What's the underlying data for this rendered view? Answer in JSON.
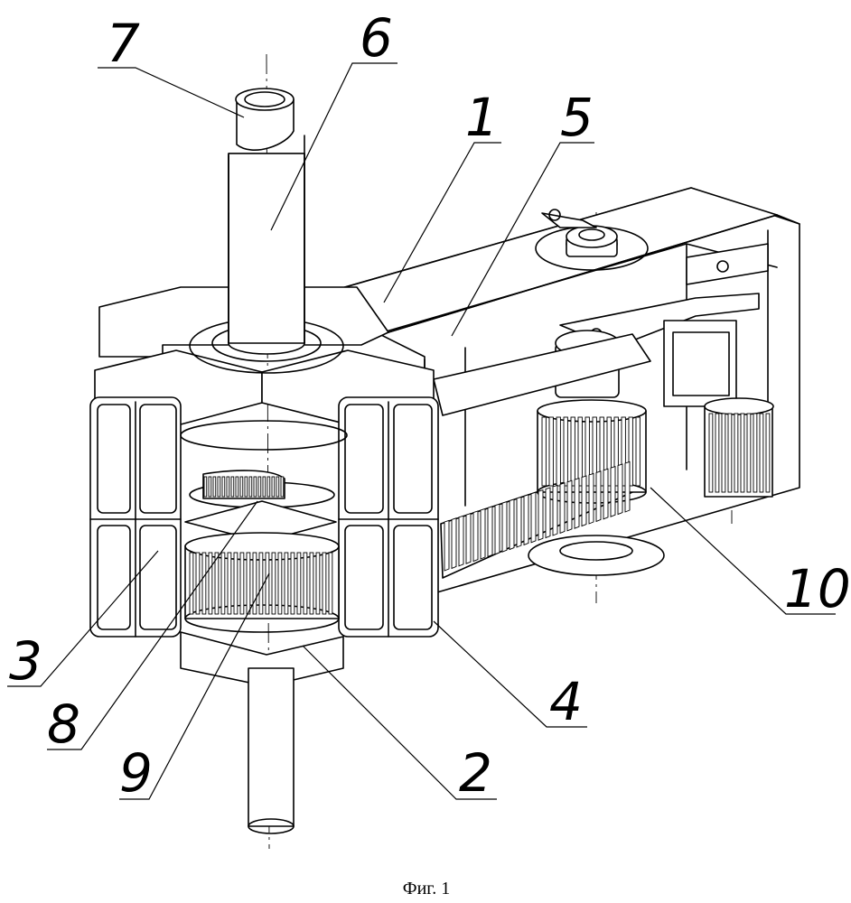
{
  "figure": {
    "caption": "Фиг. 1",
    "callouts": [
      {
        "id": "c7",
        "label": "7"
      },
      {
        "id": "c6",
        "label": "6"
      },
      {
        "id": "c1",
        "label": "1"
      },
      {
        "id": "c5",
        "label": "5"
      },
      {
        "id": "c10",
        "label": "10"
      },
      {
        "id": "c3",
        "label": "3"
      },
      {
        "id": "c8",
        "label": "8"
      },
      {
        "id": "c9",
        "label": "9"
      },
      {
        "id": "c4",
        "label": "4"
      },
      {
        "id": "c2",
        "label": "2"
      }
    ]
  }
}
